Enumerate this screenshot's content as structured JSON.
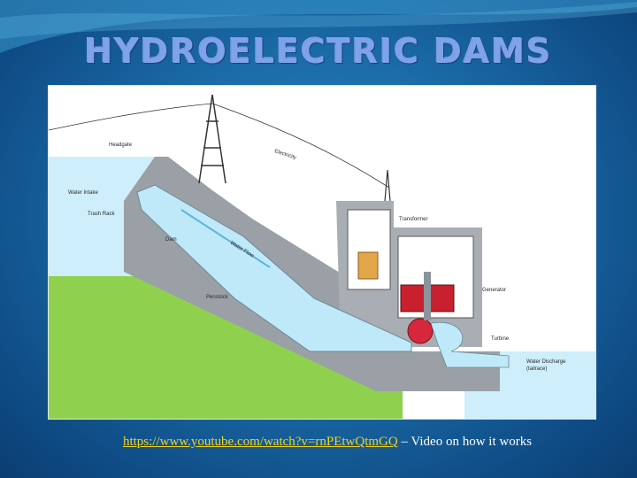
{
  "slide": {
    "title": "Hydroelectric Dams",
    "caption": {
      "link_text": "https://www.youtube.com/watch?v=rnPEtwQtmGQ",
      "separator": " – ",
      "suffix": "Video on how it works"
    }
  },
  "diagram": {
    "labels": {
      "headgate": "Headgate",
      "electricity": "Electricity",
      "water_intake": "Water Intake",
      "trash_rack": "Trash Rack",
      "dam": "Dam",
      "water_flow": "Water Flow",
      "penstock": "Penstock",
      "transformer": "Transformer",
      "generator": "Generator",
      "turbine": "Turbine",
      "water_discharge": "Water Discharge",
      "tailrace": "(tailrace)"
    }
  },
  "colors": {
    "background": "#1a6aa6",
    "title": "#7fa3e8",
    "link": "#f2d21a",
    "water": "#cdeefa",
    "land": "#8fd14f",
    "concrete": "#9aa0a6",
    "generator_red": "#c8202f"
  }
}
